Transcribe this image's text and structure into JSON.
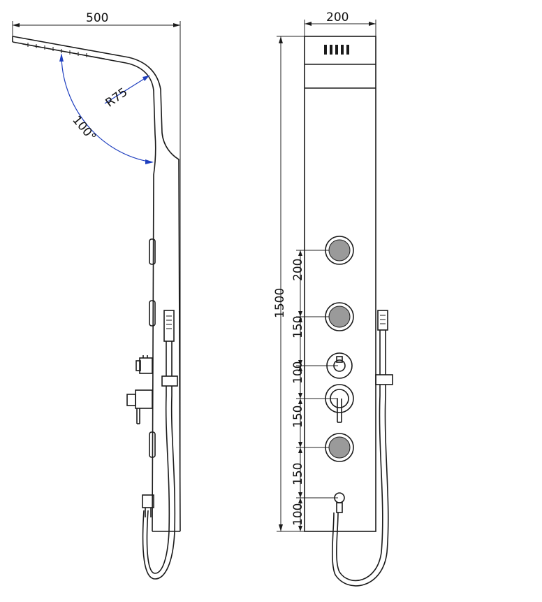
{
  "side_view": {
    "width_label": "500",
    "radius_label": "R75",
    "angle_label": "100°"
  },
  "front_view": {
    "width_label": "200",
    "height_label": "1500",
    "spacing_labels": [
      "200",
      "150",
      "100",
      "150",
      "150",
      "100"
    ]
  }
}
